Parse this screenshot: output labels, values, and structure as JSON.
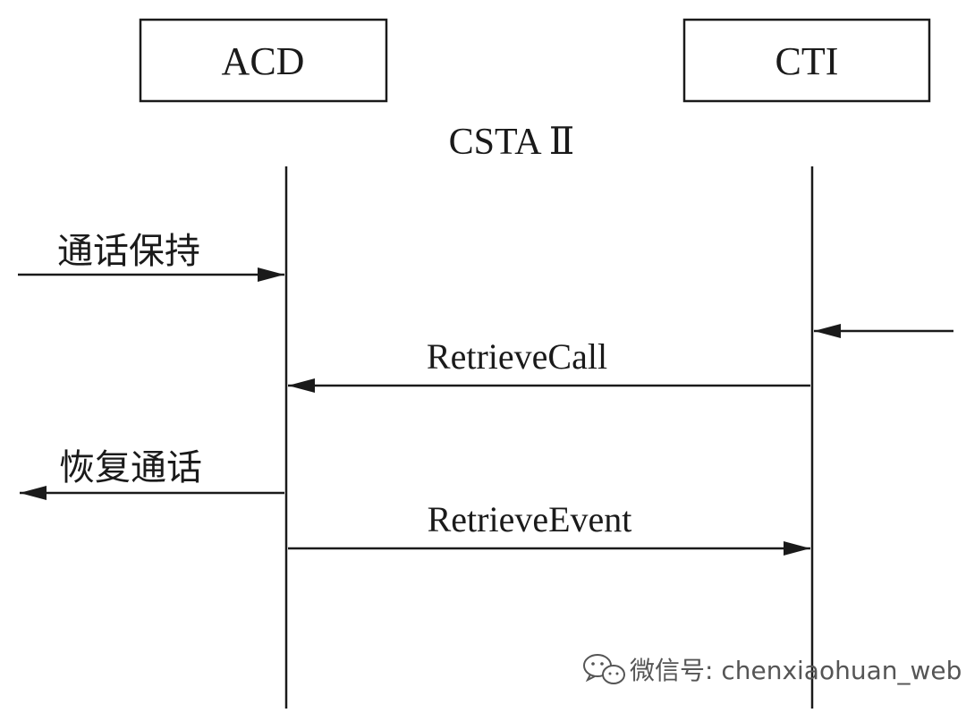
{
  "participants": {
    "acd": {
      "label": "ACD"
    },
    "cti": {
      "label": "CTI"
    }
  },
  "protocol": {
    "label": "CSTA Ⅱ"
  },
  "messages": {
    "hold_call": {
      "label": "通话保持"
    },
    "retrieve_call": {
      "label": "RetrieveCall"
    },
    "resume_call": {
      "label": "恢复通话"
    },
    "retrieve_event": {
      "label": "RetrieveEvent"
    }
  },
  "watermark": {
    "icon": "wechat-icon",
    "label": "微信号: chenxiaohuan_web"
  },
  "colors": {
    "ink": "#1a1a1a",
    "watermark": "#555555"
  }
}
